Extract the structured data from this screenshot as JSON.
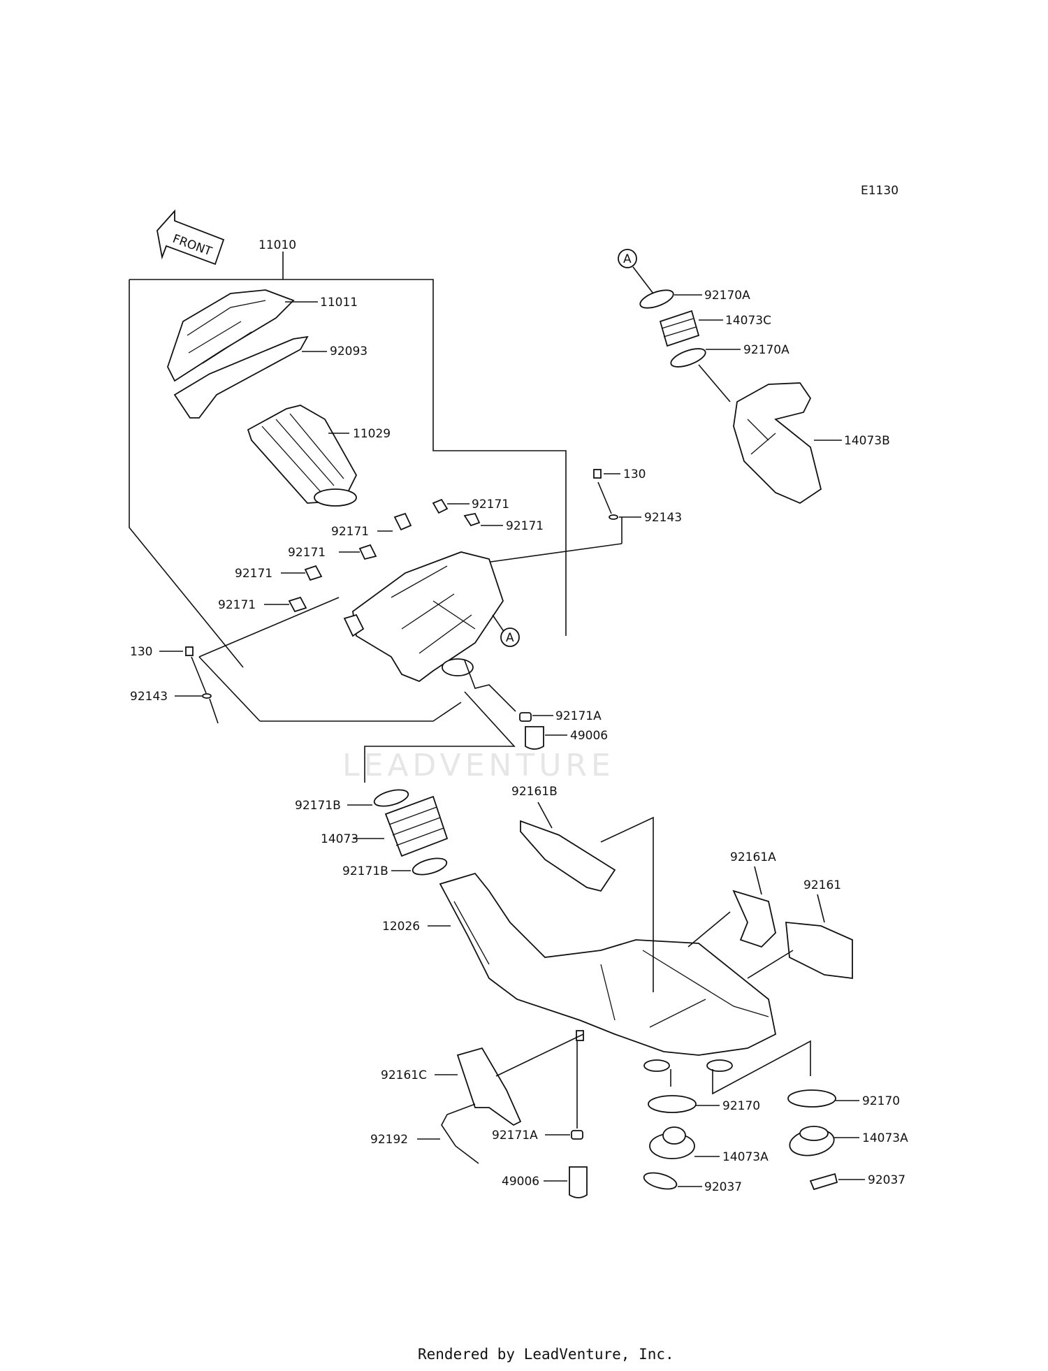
{
  "diagram_code": "E1130",
  "front_label": "FRONT",
  "watermark": "LEADVENTURE",
  "footer": "Rendered by LeadVenture, Inc.",
  "callout_a": "A",
  "labels": {
    "p11010": "11010",
    "p11011": "11011",
    "p92093": "92093",
    "p11029": "11029",
    "p130_top": "130",
    "p92143_top": "92143",
    "p92171_a": "92171",
    "p92171_b": "92171",
    "p92171_c": "92171",
    "p92171_d": "92171",
    "p92171_e": "92171",
    "p92171_f": "92171",
    "p130_left": "130",
    "p92143_left": "92143",
    "p92171A_top": "92171A",
    "p49006_top": "49006",
    "p92170A_1": "92170A",
    "p14073C": "14073C",
    "p92170A_2": "92170A",
    "p14073B": "14073B",
    "p92171B_1": "92171B",
    "p14073": "14073",
    "p92171B_2": "92171B",
    "p12026": "12026",
    "p92161B": "92161B",
    "p92161A": "92161A",
    "p92161": "92161",
    "p92161C": "92161C",
    "p92192": "92192",
    "p92171A_bot": "92171A",
    "p49006_bot": "49006",
    "p92170_1": "92170",
    "p14073A_1": "14073A",
    "p92037_1": "92037",
    "p92170_2": "92170",
    "p14073A_2": "14073A",
    "p92037_2": "92037"
  }
}
